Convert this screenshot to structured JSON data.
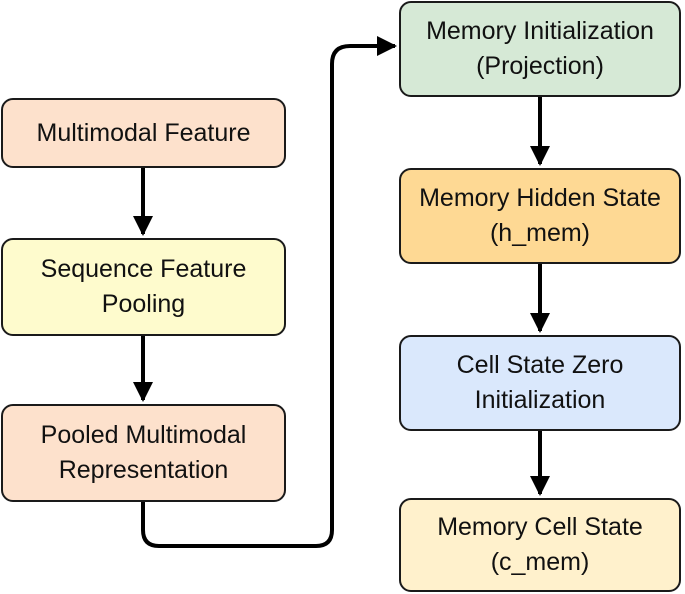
{
  "nodes": {
    "multimodal_feature": "Multimodal Feature",
    "sequence_feature_pooling": "Sequence Feature\nPooling",
    "pooled_multimodal_representation": "Pooled Multimodal\nRepresentation",
    "memory_initialization": "Memory Initialization\n(Projection)",
    "memory_hidden_state": "Memory Hidden State\n(h_mem)",
    "cell_state_zero_initialization": "Cell State Zero\nInitialization",
    "memory_cell_state": "Memory Cell State\n(c_mem)"
  },
  "colors": {
    "peach": "#fde1cc",
    "light_yellow": "#fefbcd",
    "green": "#d6e9d6",
    "orange": "#fed994",
    "blue": "#dae8fc",
    "cream": "#fff1cc",
    "line": "#000000"
  }
}
